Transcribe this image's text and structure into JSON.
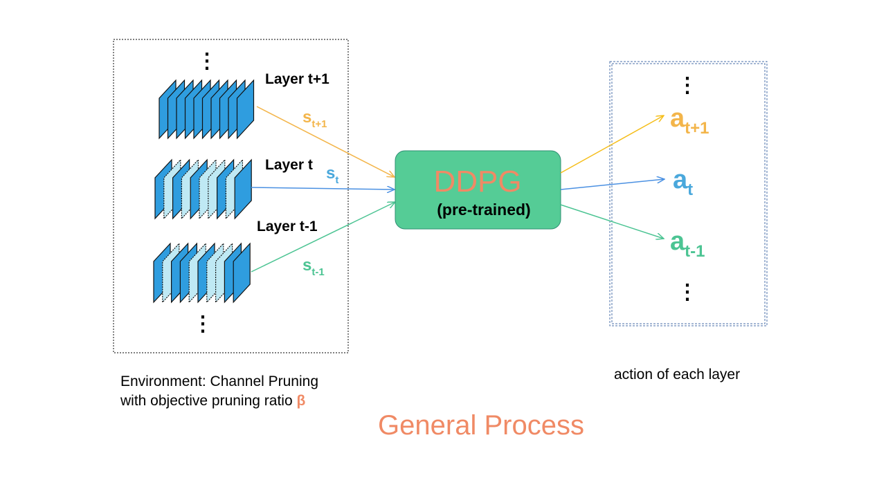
{
  "colors": {
    "orange": "#f3b54a",
    "blue": "#4a90e2",
    "blue_text": "#4aa8dc",
    "green": "#4cc493",
    "ddpg_fill": "#55cc96",
    "ddpg_text": "#f08a65",
    "accent": "#f08a65",
    "channel_dark": "#2f9ddf",
    "channel_light": "#bfe9f4"
  },
  "environment": {
    "layers": [
      {
        "label": "Layer t+1",
        "state_base": "s",
        "state_sub": "t+1",
        "color": "orange"
      },
      {
        "label": "Layer t",
        "state_base": "s",
        "state_sub": "t",
        "color": "blue"
      },
      {
        "label": "Layer t-1",
        "state_base": "s",
        "state_sub": "t-1",
        "color": "green"
      }
    ],
    "ellipsis_top": "⋮",
    "ellipsis_bottom": "⋮",
    "caption_line1": "Environment: Channel Pruning",
    "caption_line2": "with objective pruning ratio",
    "caption_symbol": "β"
  },
  "ddpg": {
    "title": "DDPG",
    "subtitle": "(pre-trained)"
  },
  "actions": {
    "items": [
      {
        "base": "a",
        "sub": "t+1",
        "color": "orange"
      },
      {
        "base": "a",
        "sub": "t",
        "color": "blue"
      },
      {
        "base": "a",
        "sub": "t-1",
        "color": "green"
      }
    ],
    "ellipsis_top": "⋮",
    "ellipsis_bottom": "⋮",
    "caption": "action of each layer"
  },
  "title": "General Process"
}
